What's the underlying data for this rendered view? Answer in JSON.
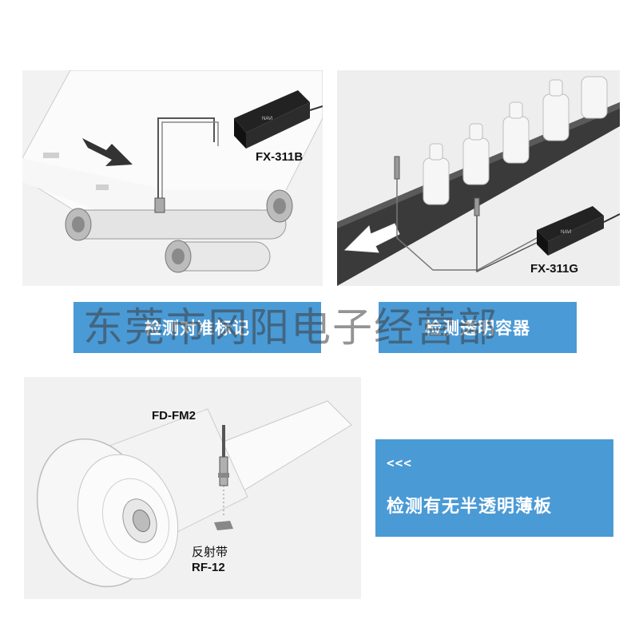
{
  "panels": {
    "mark_detection": {
      "model": "FX-311B",
      "caption": "检测对准标记"
    },
    "container_detection": {
      "model": "FX-311G",
      "caption": "检测透明容器"
    },
    "sheet_detection": {
      "sensor_model": "FD-FM2",
      "reflector_name": "反射带",
      "reflector_model": "RF-12"
    }
  },
  "info_box": {
    "arrows": "<<<",
    "title": "检测有无半透明薄板"
  },
  "device_badge": "NAVI",
  "watermark": "东莞市冈阳电子经营部",
  "colors": {
    "caption_blue": "#4a9ad6",
    "conveyor_dark": "#3a3a3a"
  }
}
